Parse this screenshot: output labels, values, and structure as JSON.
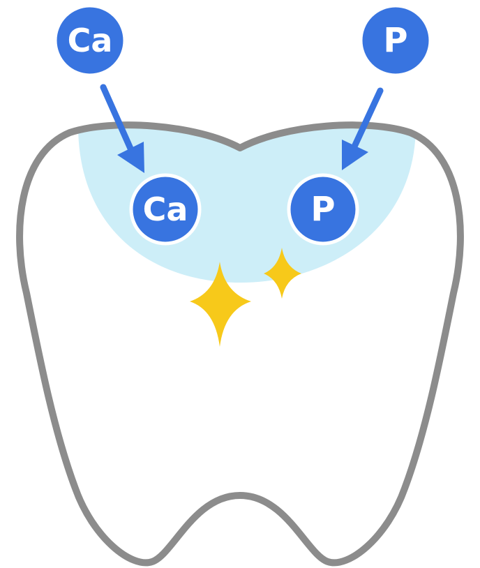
{
  "colors": {
    "ion_fill": "#3874e0",
    "ion_ring": "#ffffff",
    "arrow": "#3874e0",
    "tooth_outline": "#8c8c8c",
    "tooth_fill": "#ffffff",
    "remineralization_zone": "#cdeef8",
    "sparkle": "#f7c91a"
  },
  "ions": {
    "calcium_outside": {
      "label": "Ca"
    },
    "phosphorus_outside": {
      "label": "P"
    },
    "calcium_inside": {
      "label": "Ca"
    },
    "phosphorus_inside": {
      "label": "P"
    }
  }
}
